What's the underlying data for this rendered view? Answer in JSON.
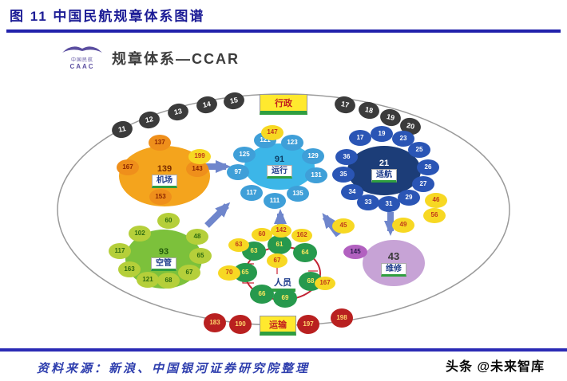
{
  "header": {
    "figure_label": "图 11 中国民航规章体系图谱"
  },
  "diagram": {
    "logo": {
      "cn_text": "中国民航",
      "en_text": "CAAC"
    },
    "subtitle": "规章体系—CCAR",
    "top_band": {
      "label": "行政",
      "nodes": [
        "11",
        "12",
        "13",
        "14",
        "15",
        "17",
        "18",
        "19",
        "20"
      ]
    },
    "bottom_band": {
      "label": "运输",
      "nodes": [
        "183",
        "190",
        "197",
        "198"
      ]
    },
    "clusters": [
      {
        "id": "airport",
        "number": "139",
        "label": "机场",
        "sats": [
          "137",
          "167",
          "143",
          "153"
        ]
      },
      {
        "id": "operation",
        "number": "91",
        "label": "运行",
        "sats": [
          "121",
          "123",
          "125",
          "129",
          "97",
          "131",
          "117",
          "111",
          "135"
        ]
      },
      {
        "id": "airworthiness",
        "number": "21",
        "label": "适航",
        "sats": [
          "17",
          "19",
          "23",
          "25",
          "26",
          "27",
          "29",
          "31",
          "33",
          "34",
          "35",
          "36"
        ]
      },
      {
        "id": "atc",
        "number": "93",
        "label": "空管",
        "sats": [
          "60",
          "48",
          "65",
          "67",
          "68",
          "121",
          "163",
          "117",
          "102"
        ]
      },
      {
        "id": "personnel",
        "number": "67",
        "label": "人员",
        "sats": [
          "61",
          "63",
          "64",
          "65",
          "66",
          "68",
          "69"
        ],
        "yellow_sats": [
          "60",
          "142",
          "162",
          "63",
          "167"
        ]
      },
      {
        "id": "maintenance",
        "number": "43",
        "label": "维修",
        "sats": []
      }
    ],
    "floaters": [
      {
        "value": "199",
        "style": "yellow"
      },
      {
        "value": "147",
        "style": "yellow"
      },
      {
        "value": "45",
        "style": "yellow"
      },
      {
        "value": "49",
        "style": "yellow"
      },
      {
        "value": "46",
        "style": "yellow"
      },
      {
        "value": "56",
        "style": "yellow"
      },
      {
        "value": "70",
        "style": "yellow"
      },
      {
        "value": "145",
        "style": "purple"
      }
    ],
    "colors": {
      "title_navy": "#1d1d96",
      "rule_blue": "#2a2ab5",
      "cluster_orange": "#f4a41d",
      "cluster_blue": "#3cb6e8",
      "cluster_navy": "#1c3d78",
      "cluster_green": "#7cc13b",
      "cluster_purple": "#c7a3d6",
      "node_dark": "#3b3b3b",
      "node_red": "#b92020",
      "node_yellow": "#f7d823",
      "arrow_blue": "#6f86cc",
      "ring_red": "#c22233",
      "label_green": "#2f9e3f"
    }
  },
  "footer": {
    "source": "资料来源：新浪、中国银河证券研究院整理",
    "watermark": "头条 @未来智库"
  }
}
